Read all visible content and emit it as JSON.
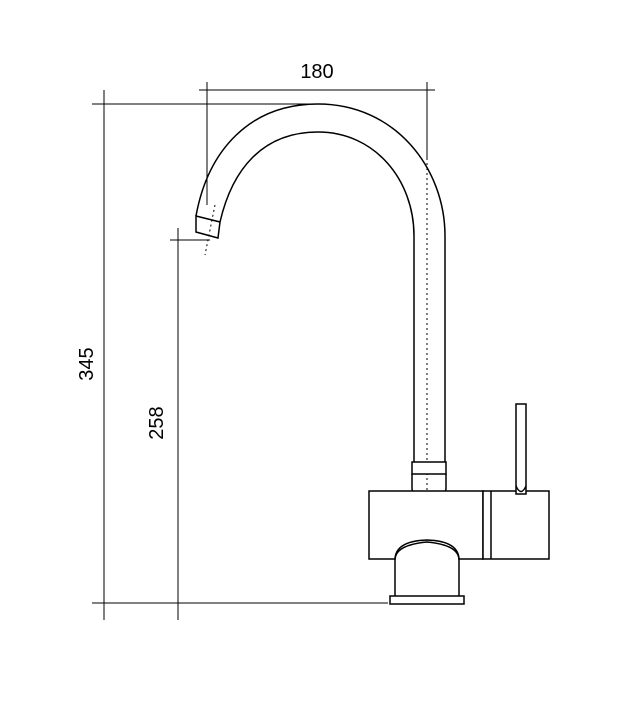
{
  "dimensions": {
    "spout_reach": "180",
    "total_height": "345",
    "spout_height": "258"
  },
  "colors": {
    "line": "#000000",
    "background": "#ffffff"
  }
}
